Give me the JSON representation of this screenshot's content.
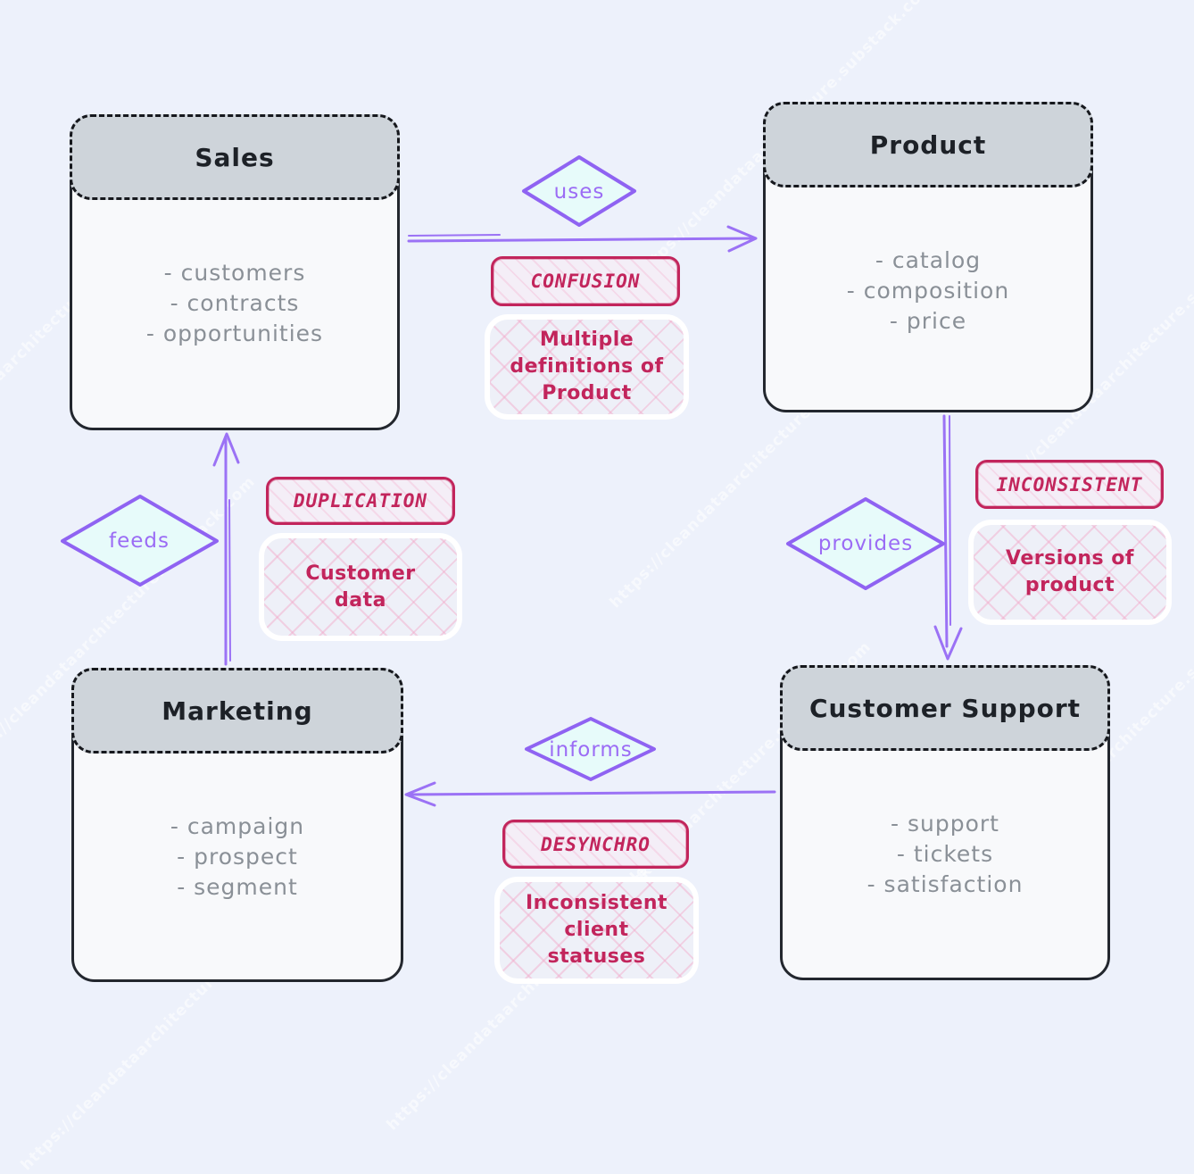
{
  "watermark": "https://cleandataarchitecture.substack.com",
  "colors": {
    "background": "#edf1fb",
    "arrow": "#9b72f5",
    "diamond_border": "#8f63f2",
    "diamond_fill": "#e7fbfa",
    "diamond_text": "#9b6cf5",
    "crimson": "#c2255c",
    "header_gray": "#ced4da",
    "node_border": "#23272e",
    "list_text": "#8a9097"
  },
  "nodes": {
    "sales": {
      "title": "Sales",
      "items": [
        "- customers",
        "- contracts",
        "- opportunities"
      ]
    },
    "product": {
      "title": "Product",
      "items": [
        "- catalog",
        "- composition",
        "- price"
      ]
    },
    "marketing": {
      "title": "Marketing",
      "items": [
        "- campaign",
        "- prospect",
        "- segment"
      ]
    },
    "support": {
      "title": "Customer Support",
      "items": [
        "- support",
        "- tickets",
        "- satisfaction"
      ]
    }
  },
  "edges": {
    "sales_product": {
      "label": "uses"
    },
    "product_support": {
      "label": "provides"
    },
    "support_marketing": {
      "label": "informs"
    },
    "marketing_sales": {
      "label": "feeds"
    }
  },
  "issues": {
    "confusion": {
      "tag": "CONFUSION",
      "description": "Multiple definitions of Product"
    },
    "inconsistent": {
      "tag": "INCONSISTENT",
      "description": "Versions of product"
    },
    "duplication": {
      "tag": "DUPLICATION",
      "description": "Customer data"
    },
    "desynchro": {
      "tag": "DESYNCHRO",
      "description": "Inconsistent client statuses"
    }
  }
}
